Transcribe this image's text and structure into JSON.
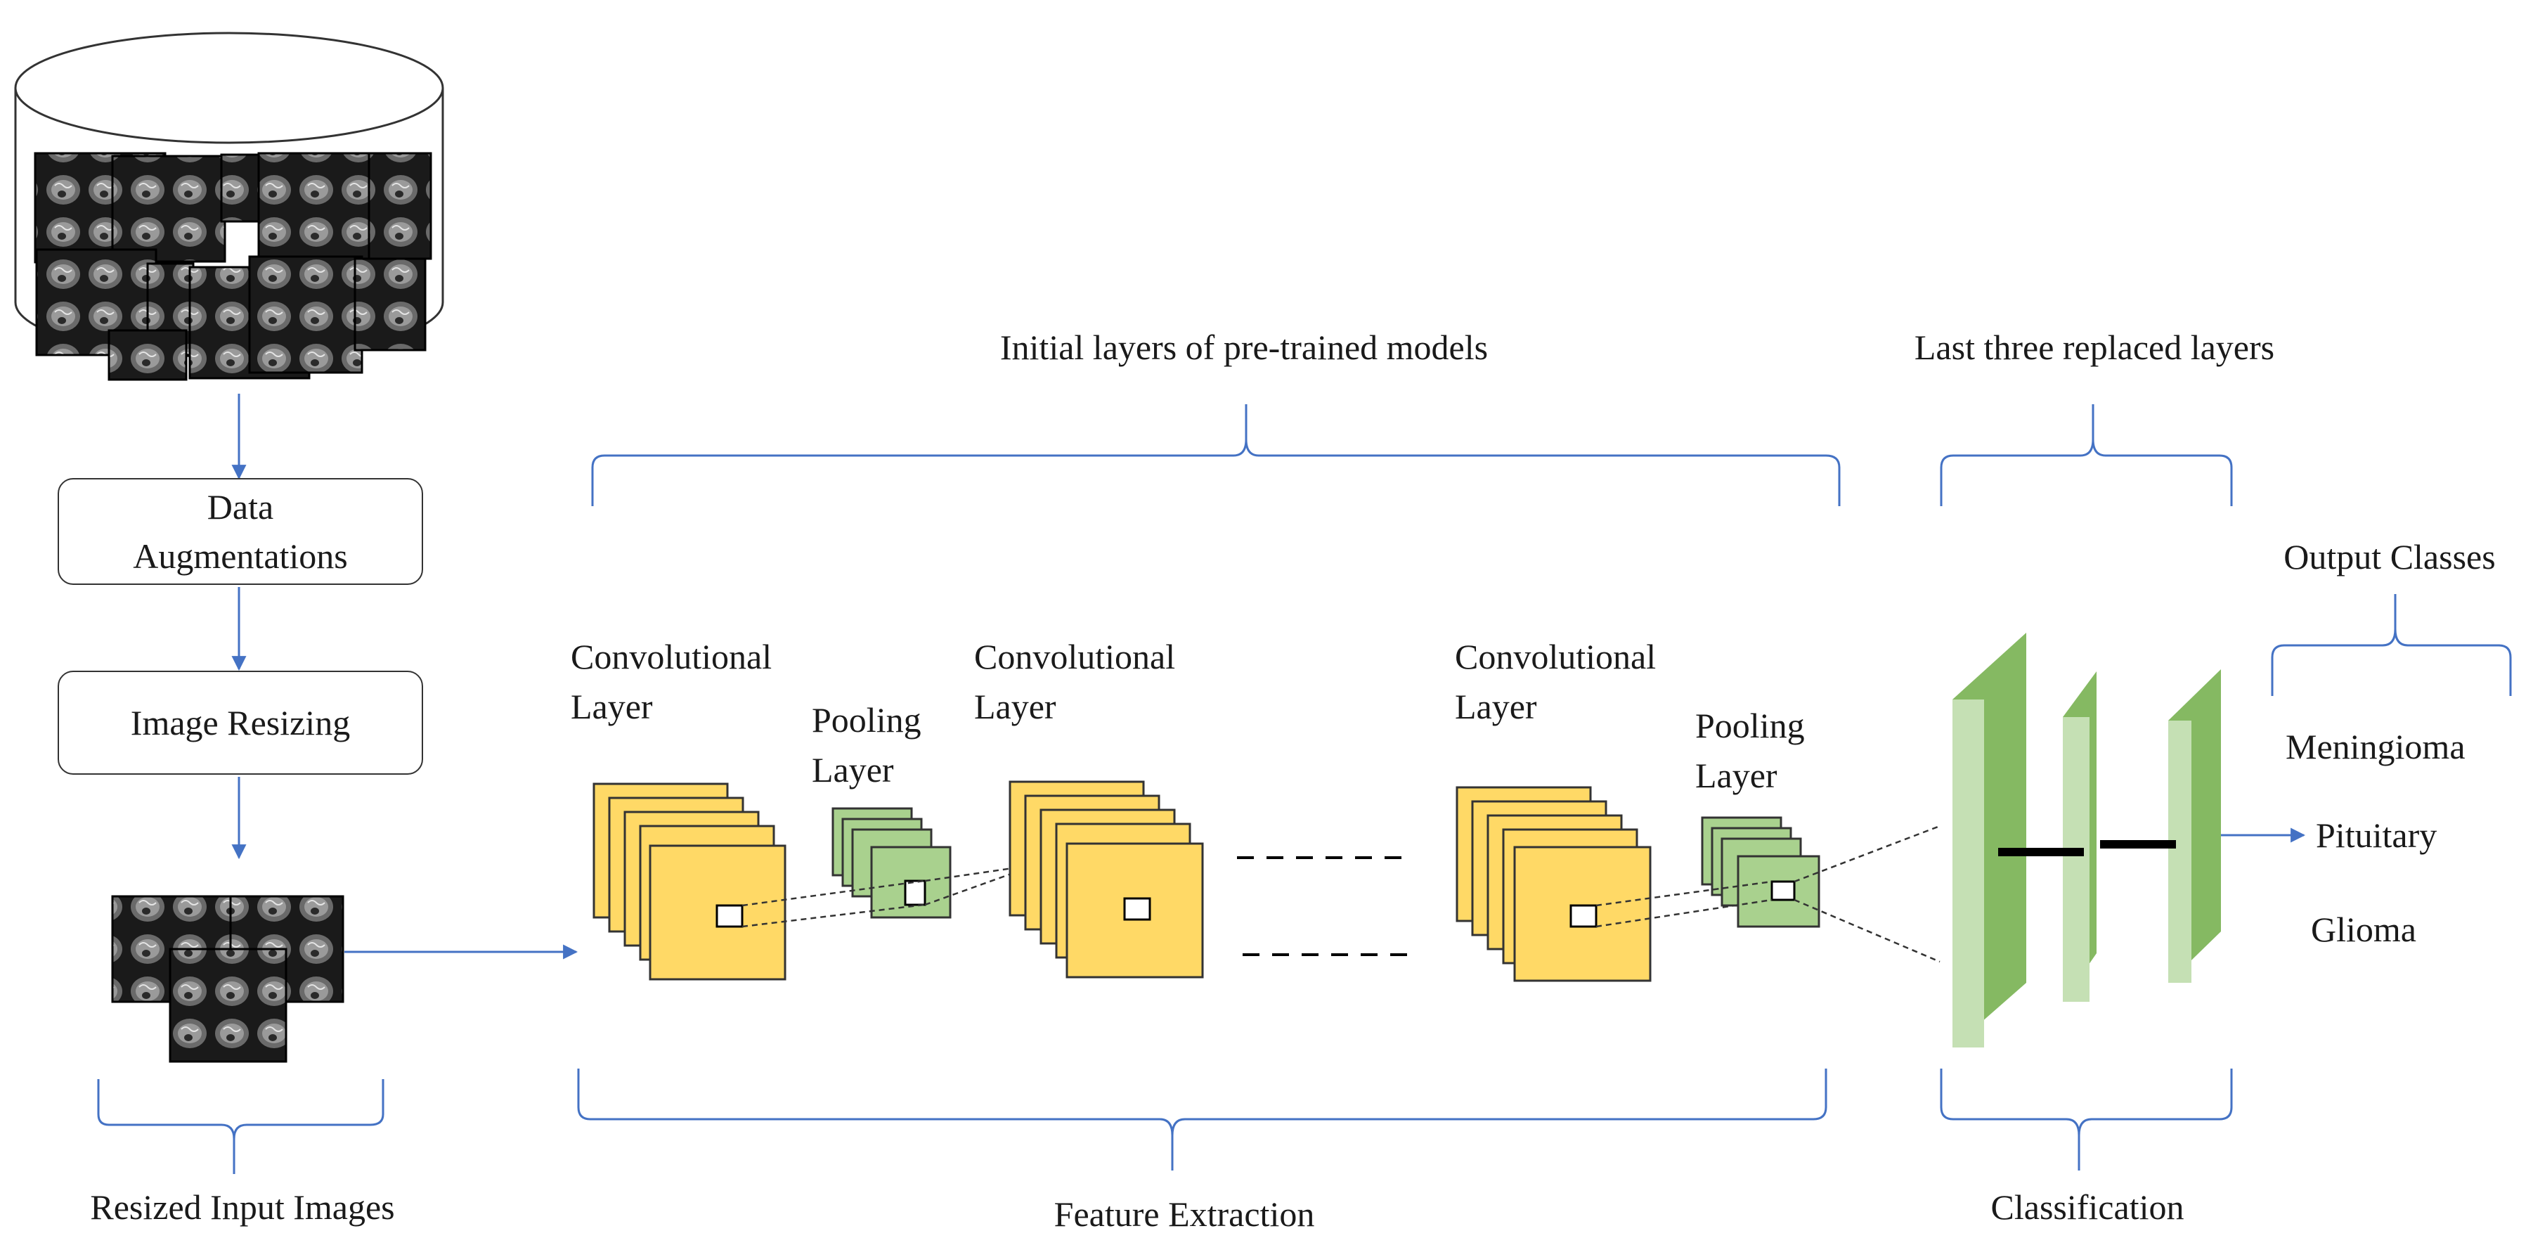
{
  "labels": {
    "data_augmentations": [
      "Data",
      "Augmentations"
    ],
    "image_resizing": "Image  Resizing",
    "resized_input_images": "Resized Input Images",
    "initial_layers": "Initial  layers  of pre-trained  models",
    "last_three_layers": "Last three  replaced  layers",
    "feature_extraction": "Feature Extraction",
    "classification": "Classification",
    "output_classes": "Output Classes",
    "conv_layer_1": [
      "Convolutional",
      "Layer"
    ],
    "pooling_layer_1": [
      "Pooling",
      "Layer"
    ],
    "conv_layer_2": [
      "Convolutional",
      "Layer"
    ],
    "conv_layer_3": [
      "Convolutional",
      "Layer"
    ],
    "pooling_layer_2": [
      "Pooling",
      "Layer"
    ]
  },
  "classes": [
    "Meningioma",
    "Pituitary",
    "Glioma"
  ],
  "colors": {
    "arrow": "#4472c4",
    "brace": "#4472c4",
    "conv_fill": "#ffd966",
    "pool_fill": "#a9d18e",
    "fc_dark": "#70ad47",
    "fc_light": "#c5e0b4"
  }
}
